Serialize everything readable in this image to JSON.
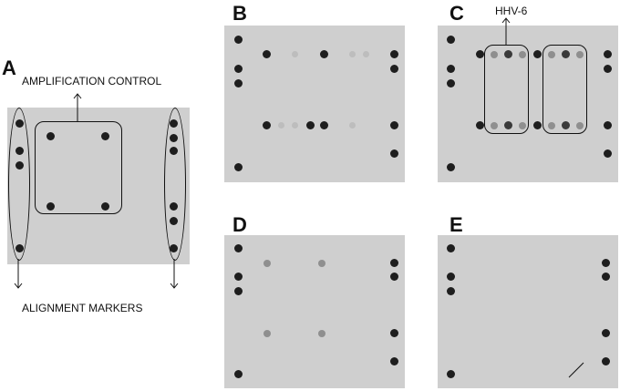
{
  "panels": {
    "A": {
      "letter": "A"
    },
    "B": {
      "letter": "B"
    },
    "C": {
      "letter": "C"
    },
    "D": {
      "letter": "D"
    },
    "E": {
      "letter": "E"
    }
  },
  "annotations": {
    "amplification_control": "AMPLIFICATION CONTROL",
    "alignment_markers": "ALIGNMENT MARKERS",
    "hhv6": "HHV-6"
  },
  "colors": {
    "membrane": "#cfcfcf",
    "spot_dark": "#1e1e1e",
    "outline": "#111111"
  }
}
